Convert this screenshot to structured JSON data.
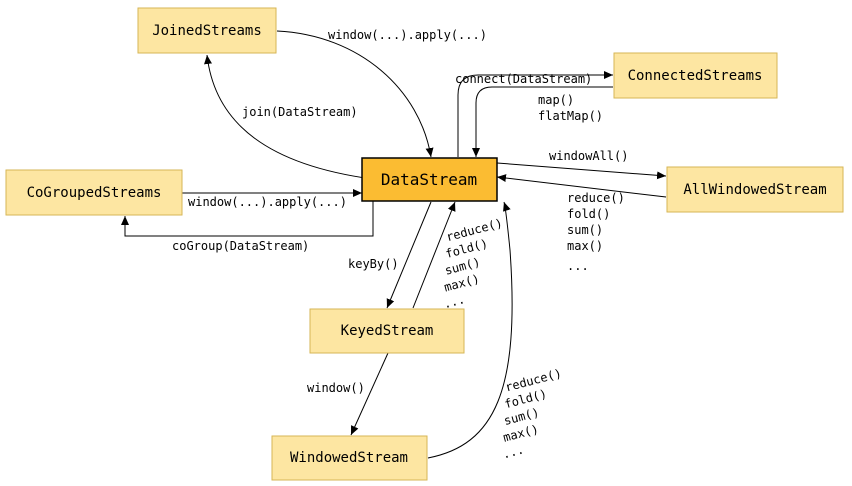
{
  "nodes": {
    "datastream": "DataStream",
    "joined": "JoinedStreams",
    "connected": "ConnectedStreams",
    "cogrouped": "CoGroupedStreams",
    "allwindowed": "AllWindowedStream",
    "keyed": "KeyedStream",
    "windowed": "WindowedStream"
  },
  "edges": {
    "joined_window_apply": "window(...).apply(...)",
    "join": "join(DataStream)",
    "connect": "connect(DataStream)",
    "map": "map()",
    "flatmap": "flatMap()",
    "windowall": "windowAll()",
    "cogroup_window_apply": "window(...).apply(...)",
    "cogroup": "coGroup(DataStream)",
    "keyby": "keyBy()",
    "window": "window()",
    "all_agg": [
      "reduce()",
      "fold()",
      "sum()",
      "max()",
      "..."
    ],
    "keyed_agg": [
      "reduce()",
      "fold()",
      "sum()",
      "max()",
      "..."
    ],
    "windowed_agg": [
      "reduce()",
      "fold()",
      "sum()",
      "max()",
      "..."
    ]
  }
}
